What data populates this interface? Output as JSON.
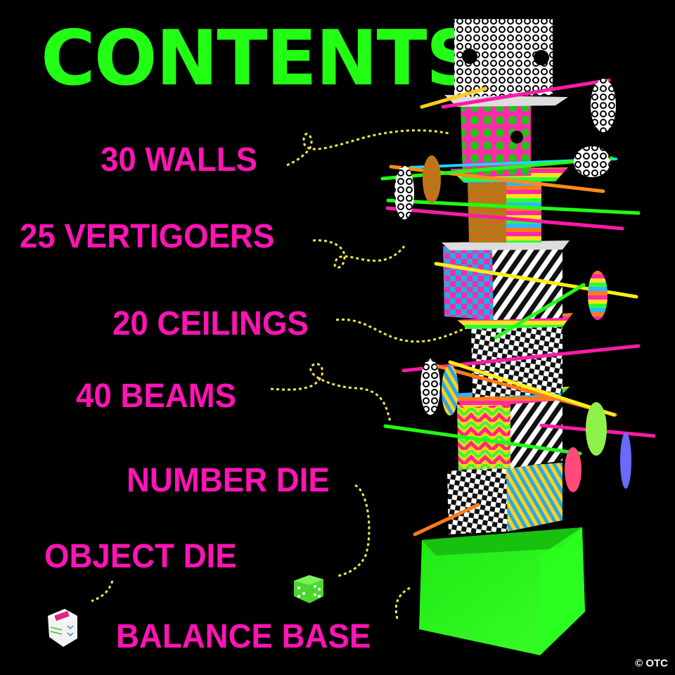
{
  "title": "CONTENTS",
  "items": [
    {
      "label": "30 WALLS"
    },
    {
      "label": "25 VERTIGOERS"
    },
    {
      "label": "20 CEILINGS"
    },
    {
      "label": "40 BEAMS"
    },
    {
      "label": "NUMBER DIE"
    },
    {
      "label": "OBJECT DIE"
    },
    {
      "label": "BALANCE BASE"
    }
  ],
  "copyright": "© OTC",
  "colors": {
    "background": "#000000",
    "title": "#22ff14",
    "labels": "#ff14b4",
    "leader_lines": "#f2e64a",
    "base": "#2dff1e"
  },
  "icons": {
    "number_die": "green-die-icon",
    "object_die": "white-object-die-icon",
    "tower": "stacking-tower-illustration"
  }
}
